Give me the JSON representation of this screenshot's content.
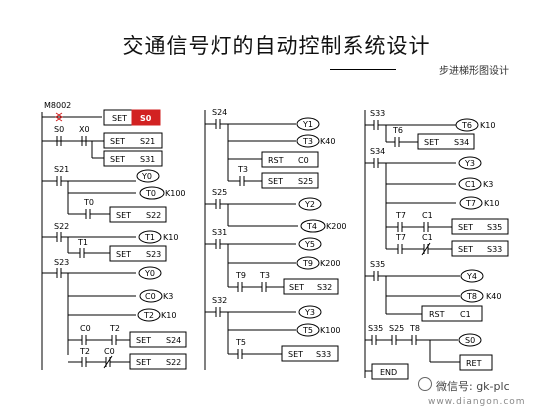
{
  "title": "交通信号灯的自动控制系统设计",
  "subtitle": "步进梯形图设计",
  "watermark": "微信号: gk-plc",
  "site": "www.diangon.com",
  "colors": {
    "highlight": "#d22222",
    "line": "#000000",
    "bar": "#c8c8c8"
  },
  "col1": {
    "M8002": "M8002",
    "SET": "SET",
    "S0": "S0",
    "X0": "X0",
    "S21": "S21",
    "S31": "S31",
    "Y0": "Y0",
    "T0": "T0",
    "K100": "K100",
    "S22": "S22",
    "T1": "T1",
    "K10": "K10",
    "S23": "S23",
    "C0": "C0",
    "K3": "K3",
    "T2": "T2",
    "S24": "S24"
  },
  "col2": {
    "S24": "S24",
    "Y1": "Y1",
    "T3": "T3",
    "K40": "K40",
    "RST": "RST",
    "C0": "C0",
    "SET": "SET",
    "S25": "S25",
    "Y2": "Y2",
    "T4": "T4",
    "K200": "K200",
    "S31": "S31",
    "Y5": "Y5",
    "T9": "T9",
    "S32": "S32",
    "Y3": "Y3",
    "T5": "T5",
    "K100": "K100",
    "S33": "S33"
  },
  "col3": {
    "S33": "S33",
    "T6": "T6",
    "K10": "K10",
    "SET": "SET",
    "S34": "S34",
    "Y3": "Y3",
    "C1": "C1",
    "K3": "K3",
    "T7": "T7",
    "S35": "S35",
    "Y4": "Y4",
    "T8": "T8",
    "K40": "K40",
    "RST": "RST",
    "S25": "S25",
    "S0": "S0",
    "RET": "RET",
    "END": "END"
  }
}
